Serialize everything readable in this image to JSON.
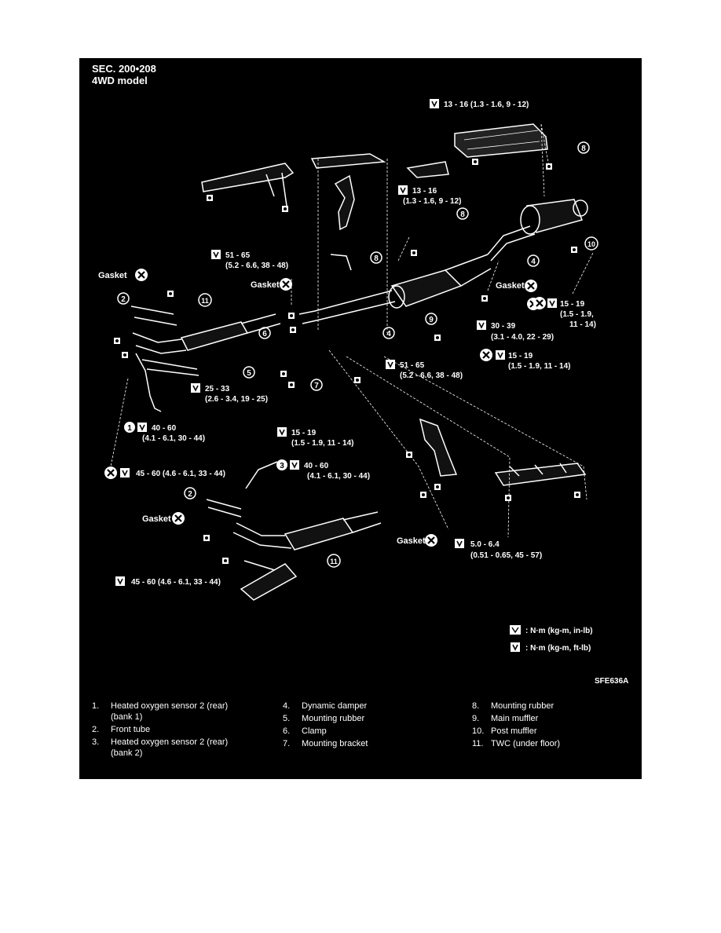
{
  "header": {
    "section": "SEC. 200•208",
    "model": "4WD model"
  },
  "figure_code": "SFE636A",
  "gasket_label": "Gasket",
  "torque_specs": {
    "heat_shield_bolts": "13 - 16 (1.3 - 1.6, 9 - 12)",
    "bracket_bolts_line1": "13 - 16",
    "bracket_bolts_line2": "(1.3 - 1.6, 9 - 12)",
    "rear_mount_line1": "51 - 65",
    "rear_mount_line2": "(5.2 - 6.6, 38 - 48)",
    "post_muffler_nut_line1": "15 - 19",
    "post_muffler_nut_line2": "(1.5 - 1.9,",
    "post_muffler_nut_line3": "11 - 14)",
    "muffler_joint_line1": "30 - 39",
    "muffler_joint_line2": "(3.1 - 4.0, 22 - 29)",
    "damper_nut_line1": "15 - 19",
    "damper_nut_line2": "(1.5 - 1.9, 11 - 14)",
    "center_joint_line1": "51 - 65",
    "center_joint_line2": "(5.2 - 6.6, 38 - 48)",
    "clamp_nut_line1": "25 - 33",
    "clamp_nut_line2": "(2.6 - 3.4, 19 - 25)",
    "sensor1_line1": "40 - 60",
    "sensor1_line2": "(4.1 - 6.1, 30 - 44)",
    "bracket_nuts_line1": "15 - 19",
    "bracket_nuts_line2": "(1.5 - 1.9, 11 - 14)",
    "front_tube_nuts_bank1": "45 - 60 (4.6 - 6.1, 33 - 44)",
    "sensor3_line1": "40 - 60",
    "sensor3_line2": "(4.1 - 6.1, 30 - 44)",
    "small_bolts_line1": "5.0 - 6.4",
    "small_bolts_line2": "(0.51 - 0.65, 45 - 57)",
    "front_tube_nuts_bank2": "45 - 60 (4.6 - 6.1, 33 - 44)"
  },
  "unit_legend": {
    "inlb": ": N·m (kg-m, in-lb)",
    "ftlb": ": N·m (kg-m, ft-lb)"
  },
  "callouts": [
    "1",
    "2",
    "3",
    "4",
    "5",
    "6",
    "7",
    "8",
    "9",
    "10",
    "11"
  ],
  "parts": [
    {
      "num": "1.",
      "desc": "Heated oxygen sensor 2 (rear)",
      "desc2": "(bank 1)"
    },
    {
      "num": "2.",
      "desc": "Front tube",
      "desc2": ""
    },
    {
      "num": "3.",
      "desc": "Heated oxygen sensor 2 (rear)",
      "desc2": "(bank 2)"
    },
    {
      "num": "4.",
      "desc": "Dynamic damper",
      "desc2": ""
    },
    {
      "num": "5.",
      "desc": "Mounting rubber",
      "desc2": ""
    },
    {
      "num": "6.",
      "desc": "Clamp",
      "desc2": ""
    },
    {
      "num": "7.",
      "desc": "Mounting bracket",
      "desc2": ""
    },
    {
      "num": "8.",
      "desc": "Mounting rubber",
      "desc2": ""
    },
    {
      "num": "9.",
      "desc": "Main muffler",
      "desc2": ""
    },
    {
      "num": "10.",
      "desc": "Post muffler",
      "desc2": ""
    },
    {
      "num": "11.",
      "desc": "TWC (under floor)",
      "desc2": ""
    }
  ],
  "colors": {
    "background": "#000000",
    "ink": "#ffffff",
    "page": "#ffffff"
  }
}
